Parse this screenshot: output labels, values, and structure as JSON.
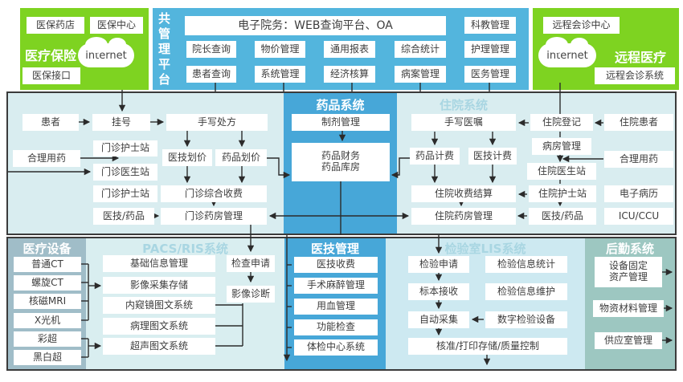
{
  "colors": {
    "green": "#7ed321",
    "sky_blue": "#53b5dd",
    "band_bg": "#d9edf0",
    "drug_blue": "#47a7d8",
    "pale_section": "#d9eef0",
    "lis_bg": "#cde9f1",
    "equip_bg": "#a0bdc8",
    "logistics_bg": "#9dc7c1",
    "line": "#2b2b2b",
    "box_text": "#3d3d3d",
    "light_title": "#a9d6e2"
  },
  "top": {
    "insurance": {
      "title": "医疗保险",
      "pharmacy": "医保药店",
      "center": "医保中心",
      "cloud": "internet",
      "interface": "医保接口"
    },
    "platform": {
      "title": "共管理平台",
      "banner": "电子院务：WEB查询平台、OA",
      "row2": [
        "院长查询",
        "物价管理",
        "通用报表",
        "综合统计"
      ],
      "row3": [
        "患者查询",
        "系统管理",
        "经济核算",
        "病案管理"
      ],
      "col5": [
        "科教管理",
        "护理管理",
        "医务管理"
      ]
    },
    "tele": {
      "title": "远程医疗",
      "center": "远程会诊中心",
      "cloud": "internet",
      "system": "远程会诊系统"
    }
  },
  "mid": {
    "out": {
      "patient": "患者",
      "register": "挂号",
      "prescription": "手写处方",
      "rational": "合理用药",
      "nurse1": "门诊护士站",
      "doctor": "门诊医生站",
      "tech_price": "医技划价",
      "drug_price": "药品划价",
      "nurse2": "门诊护士站",
      "fee": "门诊综合收费",
      "tech_drug": "医技/药品",
      "pharmacy": "门诊药房管理"
    },
    "drug": {
      "title": "药品系统",
      "prep": "制剂管理",
      "finance": "药品财务",
      "store": "药品库房"
    },
    "inp": {
      "title": "住院系统",
      "order": "手写医嘱",
      "register": "住院登记",
      "patient": "住院患者",
      "drug_fee": "药品计费",
      "tech_fee": "医技计费",
      "ward": "病房管理",
      "rational": "合理用药",
      "doctor": "住院医生站",
      "settle": "住院收费结算",
      "nurse": "住院护士站",
      "emr": "电子病历",
      "pharmacy": "住院药房管理",
      "tech_drug": "医技/药品",
      "icu": "ICU/CCU"
    }
  },
  "bottom": {
    "equip": {
      "title": "医疗设备",
      "items": [
        "普通CT",
        "螺旋CT",
        "核磁MRI",
        "X光机",
        "彩超",
        "黑白超"
      ]
    },
    "pacs": {
      "title": "PACS/RIS系统",
      "items": [
        "基础信息管理",
        "影像采集存储",
        "内窥镜图文系统",
        "病理图文系统",
        "超声图文系统"
      ],
      "request": "检查申请",
      "diagnosis": "影像诊断"
    },
    "medtech": {
      "title": "医技管理",
      "items": [
        "医技收费",
        "手术麻醉管理",
        "用血管理",
        "功能检查",
        "体检中心系统"
      ]
    },
    "lis": {
      "title": "检验室LIS系统",
      "left": [
        "检验申请",
        "标本接收",
        "自动采集"
      ],
      "right": [
        "检验信息统计",
        "检验信息维护",
        "数字检验设备"
      ],
      "wide": "核准/打印存储/质量控制"
    },
    "logistics": {
      "title": "后勤系统",
      "asset_l1": "设备固定",
      "asset_l2": "资产管理",
      "material": "物资材料管理",
      "supply": "供应室管理"
    }
  }
}
